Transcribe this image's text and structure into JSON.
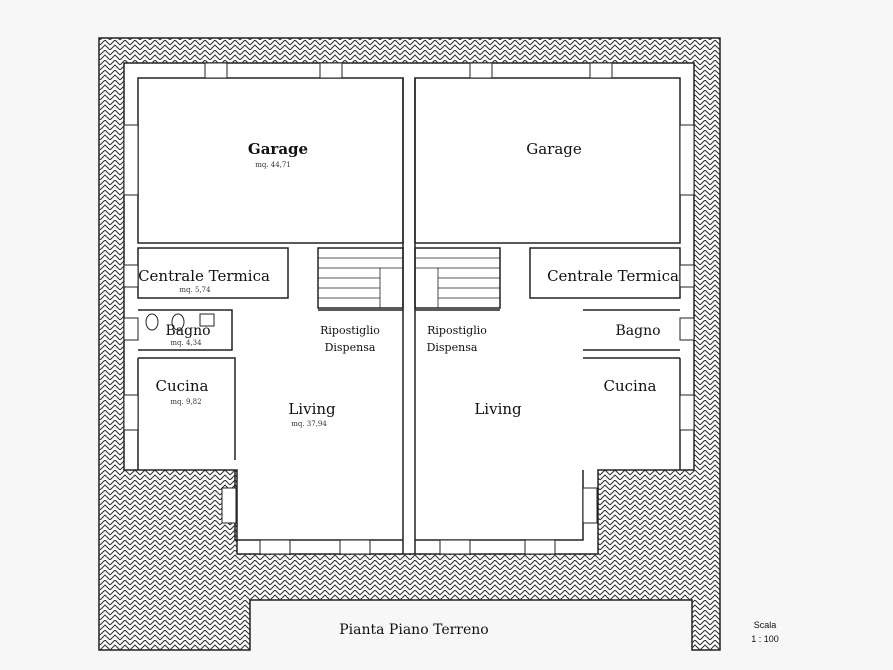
{
  "drawing_title": "Pianta Piano Terreno",
  "scale": {
    "label": "Scala",
    "value": "1 : 100"
  },
  "rooms": {
    "garage_left": {
      "name": "Garage",
      "area": "mq. 44,71"
    },
    "garage_right": {
      "name": "Garage"
    },
    "centrale_left": {
      "name": "Centrale Termica",
      "area": "mq. 5,74"
    },
    "centrale_right": {
      "name": "Centrale Termica"
    },
    "bagno_left": {
      "name": "Bagno",
      "area": "mq. 4,34"
    },
    "bagno_right": {
      "name": "Bagno"
    },
    "ripostiglio_left": {
      "name": "Ripostiglio",
      "sub": "Dispensa"
    },
    "ripostiglio_right": {
      "name": "Ripostiglio",
      "sub": "Dispensa"
    },
    "cucina_left": {
      "name": "Cucina",
      "area": "mq. 9,82"
    },
    "cucina_right": {
      "name": "Cucina"
    },
    "living_left": {
      "name": "Living",
      "area": "mq. 37,94"
    },
    "living_right": {
      "name": "Living"
    }
  },
  "colors": {
    "wall": "#222222",
    "paving": "#444444",
    "background": "#f7f7f7"
  }
}
